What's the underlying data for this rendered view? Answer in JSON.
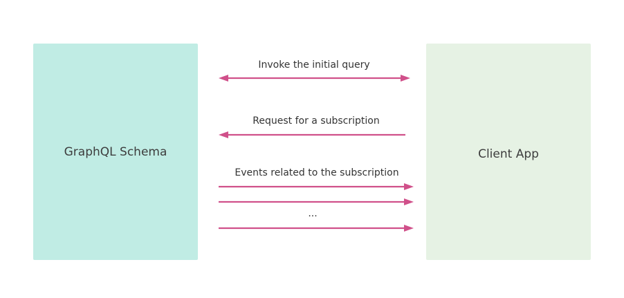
{
  "colors": {
    "schema_box": "#c0ece4",
    "client_box": "#e6f2e4",
    "arrow": "#d0508a"
  },
  "nodes": {
    "schema": "GraphQL Schema",
    "client": "Client App"
  },
  "edges": {
    "initial_query": "Invoke the initial query",
    "subscription_request": "Request for a subscription",
    "subscription_events": "Events related to the subscription",
    "more_events": "..."
  }
}
